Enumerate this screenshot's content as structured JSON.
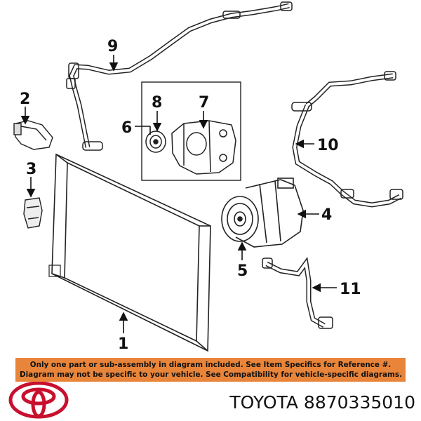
{
  "callouts": {
    "c1": "1",
    "c2": "2",
    "c3": "3",
    "c4": "4",
    "c5": "5",
    "c6": "6",
    "c7": "7",
    "c8": "8",
    "c9": "9",
    "c10": "10",
    "c11": "11"
  },
  "notice": {
    "line1": "Only one part or sub-assembly in diagram included. See Item Specifics for Reference #.",
    "line2": "Diagram may not be specific to your vehicle. See Compatibility for vehicle-specific diagrams."
  },
  "brand": {
    "text": "TOYOTA 8870335010",
    "logo_color": "#c8102e",
    "notice_color": "#e8853a"
  },
  "logo": {
    "name": "TOYOTA"
  }
}
